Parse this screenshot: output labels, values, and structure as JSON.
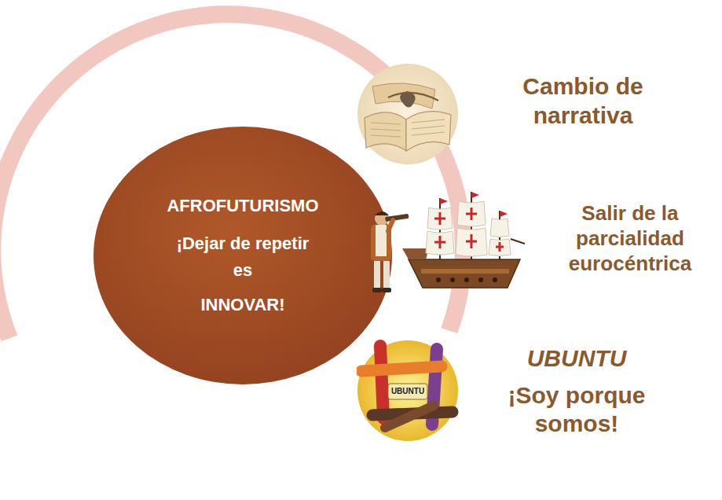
{
  "diagram": {
    "nodes": [
      {
        "text": [
          "AFROFUTURISMO",
          "¡Dejar de repetir es",
          "INNOVAR!"
        ]
      },
      {
        "text": [
          "Cambio de narrativa"
        ]
      },
      {
        "text": [
          "Salir de la parcialidad eurocéntrica"
        ]
      },
      {
        "text": [
          "UBUNTU",
          "¡Soy porque somos!"
        ]
      }
    ],
    "labels": [
      "UBUNTU"
    ]
  }
}
